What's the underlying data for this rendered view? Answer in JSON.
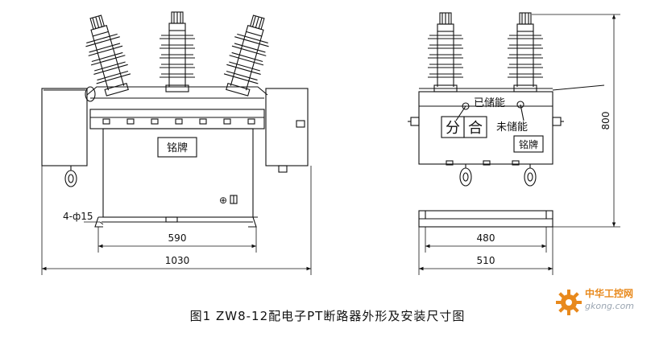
{
  "front_view": {
    "nameplate_label": "铭牌",
    "hole_label": "4-ф15",
    "dim_mounting_width": "590",
    "dim_overall_width": "1030",
    "ground_symbol": "⊕"
  },
  "side_view": {
    "status_charged": "已储能",
    "status_uncharged": "未储能",
    "open_label": "分",
    "close_label": "合",
    "nameplate_label": "铭牌",
    "dim_height": "800",
    "dim_inner_width": "480",
    "dim_outer_width": "510"
  },
  "caption": "图1   ZW8-12配电子PT断路器外形及安装尺寸图",
  "watermark": {
    "brand": "中华工控网",
    "url": "gkong.com",
    "icon": "gear-icon",
    "color": "#e8891c"
  }
}
